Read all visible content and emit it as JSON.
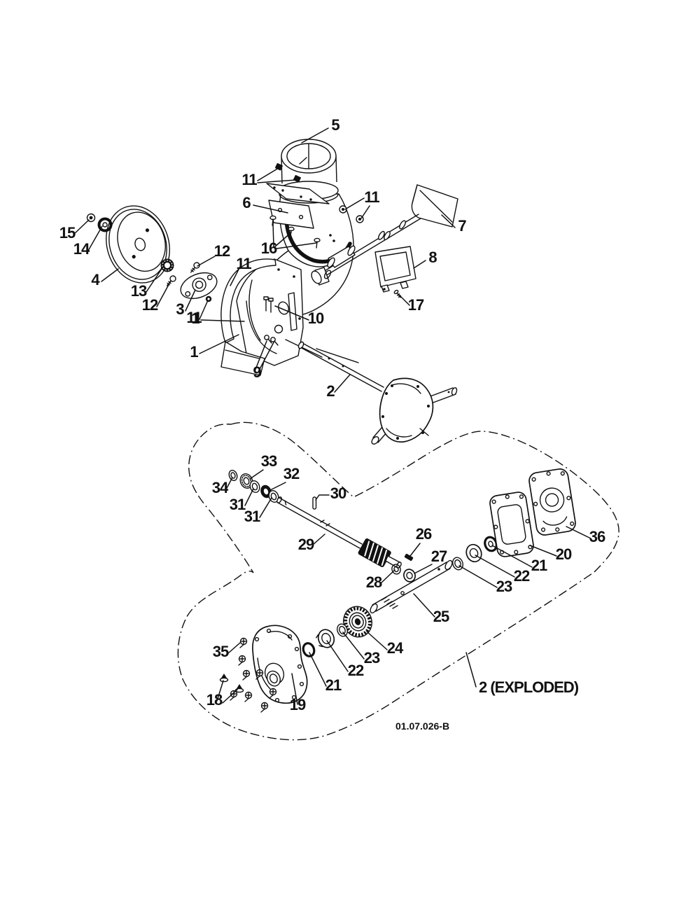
{
  "diagram": {
    "type": "exploded-parts-diagram",
    "drawing_code": "01.07.026-B",
    "exploded_view_label": "2 (EXPLODED)",
    "ink_color": "#111111",
    "background_color": "#ffffff",
    "callout_numbers": [
      "5",
      "11",
      "6",
      "16",
      "11",
      "7",
      "8",
      "17",
      "15",
      "14",
      "4",
      "13",
      "12",
      "12",
      "3",
      "11",
      "11",
      "1",
      "1",
      "9",
      "10",
      "2",
      "34",
      "33",
      "32",
      "31",
      "31",
      "30",
      "29",
      "26",
      "27",
      "28",
      "25",
      "24",
      "23",
      "22",
      "21",
      "23",
      "22",
      "21",
      "20",
      "36",
      "35",
      "18",
      "19"
    ]
  }
}
